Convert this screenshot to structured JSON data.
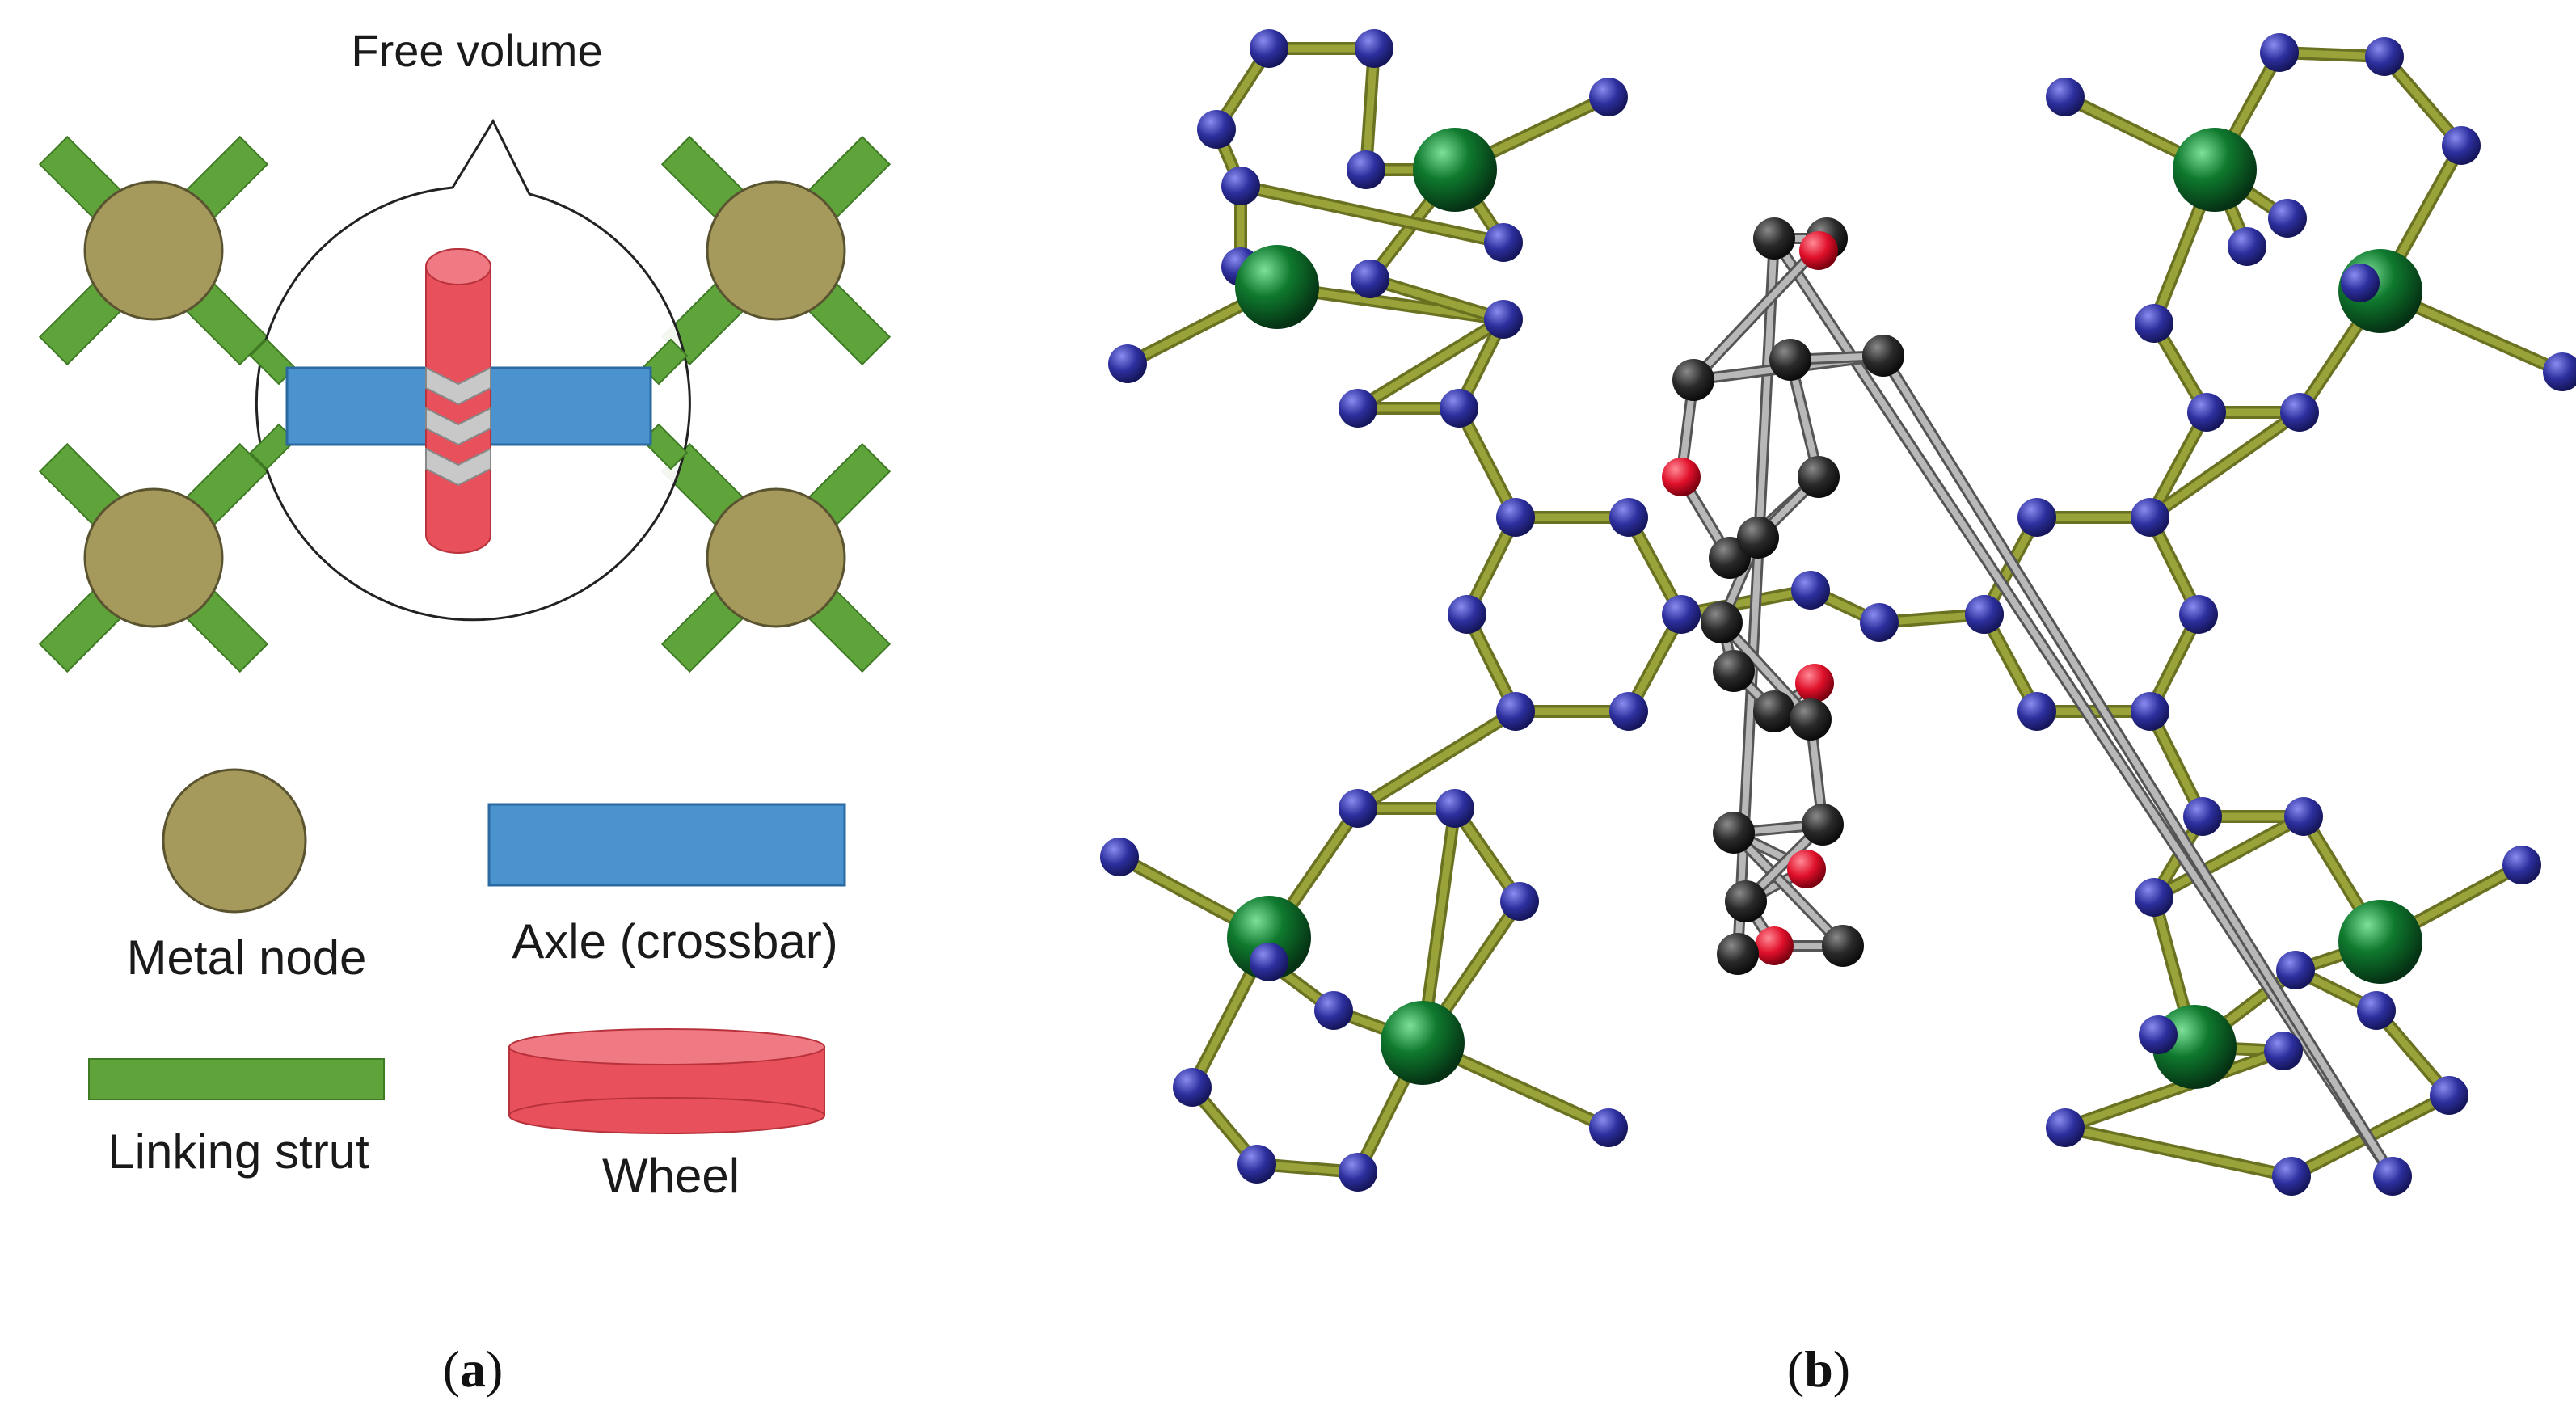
{
  "panel_a": {
    "callout": "Free volume",
    "legend": {
      "metal_node": "Metal node",
      "axle": "Axle (crossbar)",
      "strut": "Linking strut",
      "wheel": "Wheel"
    },
    "label_open": "(",
    "label_letter": "a",
    "label_close": ")"
  },
  "panel_b": {
    "label_open": "(",
    "label_letter": "b",
    "label_close": ")"
  },
  "colors": {
    "metal_node": "#a59a5c",
    "strut": "#5ea43a",
    "axle": "#4a93cf",
    "wheel": "#e8505b",
    "nitrogen": "#2d2f9e",
    "metal_atom": "#0f7a2e",
    "carbon": "#2a2a2a",
    "oxygen": "#e0102a",
    "bond_framework": "#9aa23a",
    "bond_rotor": "#b8b8b8"
  }
}
